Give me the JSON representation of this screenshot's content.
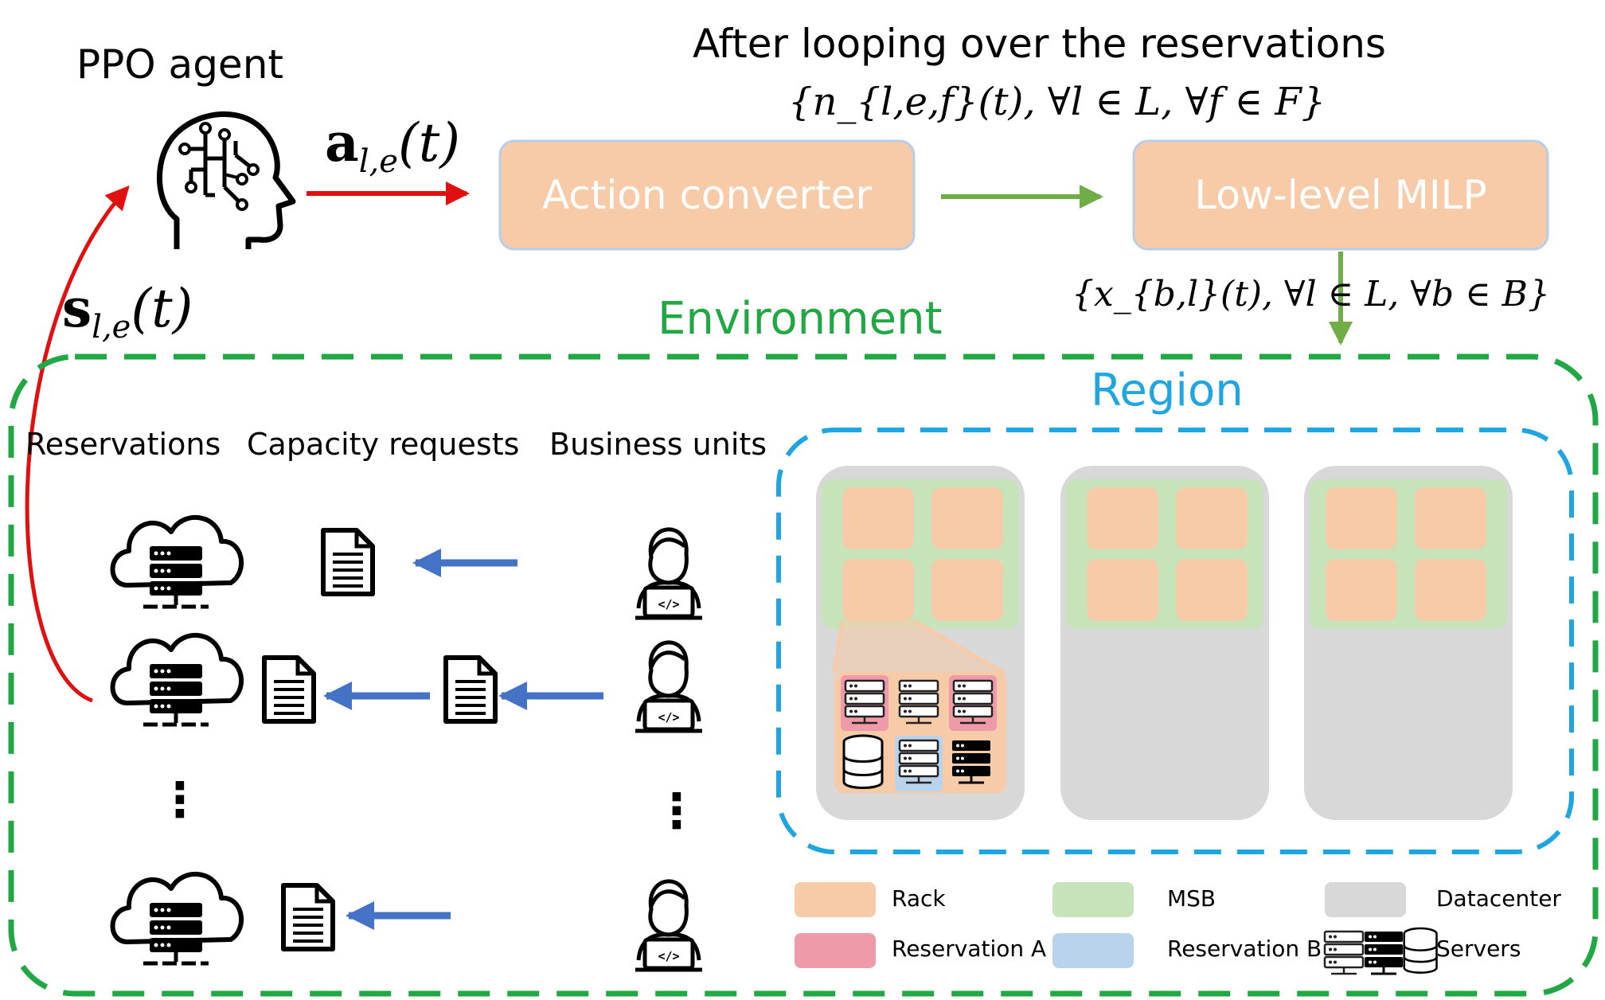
{
  "agent": {
    "title": "PPO agent"
  },
  "top": {
    "caption": "After looping over the reservations",
    "n_set": "{n_{l,e,f}(t), ∀l ∈ L, ∀f ∈ F}",
    "x_set": "{x_{b,l}(t), ∀l ∈ L, ∀b ∈ B}"
  },
  "action_label": {
    "bold": "a",
    "sub": "l,e",
    "tail": "(t)"
  },
  "state_label": {
    "bold": "s",
    "sub": "l,e",
    "tail": "(t)"
  },
  "boxes": {
    "action_converter": "Action converter",
    "milp": "Low-level MILP"
  },
  "environment": {
    "title": "Environment"
  },
  "region": {
    "title": "Region"
  },
  "columns": {
    "reservations": "Reservations",
    "capacity": "Capacity requests",
    "business": "Business units"
  },
  "dots": "⋮",
  "legend": {
    "rack": "Rack",
    "msb": "MSB",
    "datacenter": "Datacenter",
    "reservation_a": "Reservation A",
    "reservation_b": "Reservation B",
    "servers": "Servers"
  },
  "colors": {
    "rack": "#f8cba8",
    "msb": "#c7e3b9",
    "datacenter": "#d8d8d8",
    "reservation_a": "#ee9aa8",
    "reservation_b": "#b9d3ec",
    "environment_border": "#22a745",
    "region_border": "#1fa6e0",
    "red_arrow": "#e01010",
    "green_arrow": "#70ad47",
    "blue_arrow": "#4472c4"
  }
}
